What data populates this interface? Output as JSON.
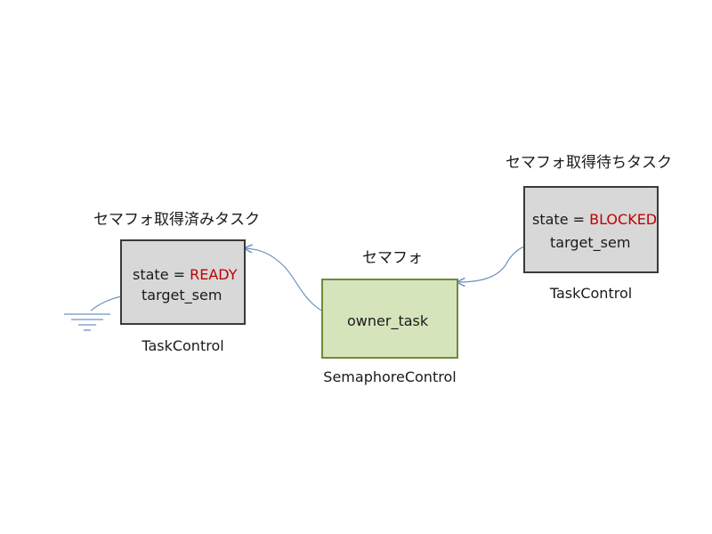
{
  "left_task": {
    "title": "セマフォ取得済みタスク",
    "state_label": "state = ",
    "state_value": "READY",
    "field": "target_sem",
    "caption": "TaskControl"
  },
  "semaphore": {
    "title": "セマフォ",
    "field": "owner_task",
    "caption": "SemaphoreControl"
  },
  "right_task": {
    "title": "セマフォ取得待ちタスク",
    "state_label": "state = ",
    "state_value": "BLOCKED",
    "field": "target_sem",
    "caption": "TaskControl"
  },
  "colors": {
    "state_value": "#c00000",
    "task_box_fill": "#d8d8d8",
    "semaphore_box_fill": "#d6e4bc",
    "semaphore_box_border": "#6f8a3a",
    "arrow": "#6d93bf"
  }
}
